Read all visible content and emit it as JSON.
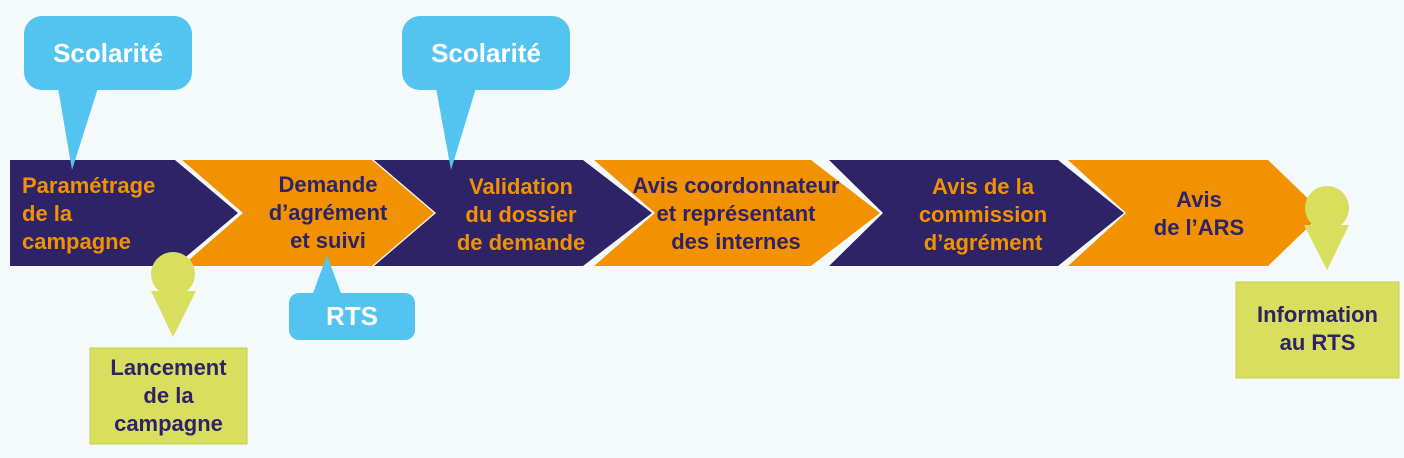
{
  "colors": {
    "navy": "#2e2366",
    "orange": "#f39200",
    "callout_blue": "#53c3f0",
    "marker_yellow_green": "#d8df5e",
    "background": "#f4fafb"
  },
  "steps": [
    {
      "label": "Paramétrage\nde la\ncampagne",
      "fill": "navy",
      "text_color": "orange"
    },
    {
      "label": "Demande\nd’agrément\net suivi",
      "fill": "orange",
      "text_color": "navy"
    },
    {
      "label": "Validation\ndu dossier\nde demande",
      "fill": "navy",
      "text_color": "orange"
    },
    {
      "label": "Avis coordonnateur\net représentant\ndes internes",
      "fill": "orange",
      "text_color": "navy"
    },
    {
      "label": "Avis de la\ncommission\nd’agrément",
      "fill": "navy",
      "text_color": "orange"
    },
    {
      "label": "Avis\nde l’ARS",
      "fill": "orange",
      "text_color": "navy"
    }
  ],
  "callouts": [
    {
      "label": "Scolarité",
      "attached_to_step": 1
    },
    {
      "label": "Scolarité",
      "attached_to_step": 3
    },
    {
      "label": "RTS",
      "attached_to_step": 2
    }
  ],
  "markers": [
    {
      "label": "Lancement\nde la\ncampagne",
      "icon": "down-arrow-marker-icon"
    },
    {
      "label": "Information\nau RTS",
      "icon": "down-arrow-marker-icon"
    }
  ]
}
